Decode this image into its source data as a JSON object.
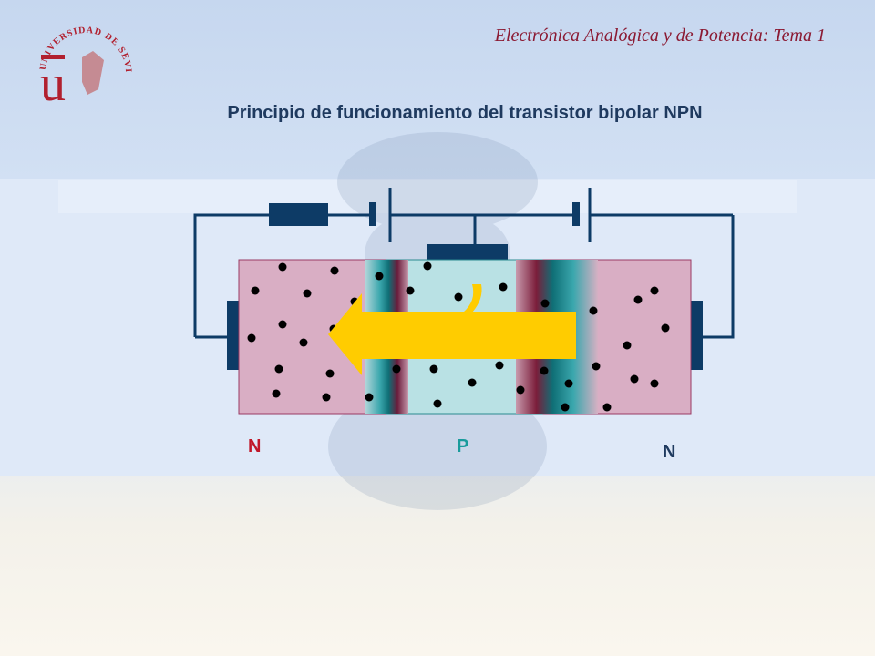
{
  "header": {
    "course_title": "Electrónica Analógica y de Potencia: Tema 1",
    "logo_text": "UNIVERSIDAD DE SEVILLA"
  },
  "slide": {
    "title": "Principio de funcionamiento del transistor bipolar NPN"
  },
  "diagram": {
    "regions": [
      {
        "label": "N",
        "color": "#c0182a"
      },
      {
        "label": "P",
        "color": "#1a9b9c"
      },
      {
        "label": "N",
        "color": "#1f3a5f"
      }
    ],
    "colors": {
      "wire": "#0d3b66",
      "n_region": "#d9aec4",
      "p_region": "#b9e1e4",
      "arrow": "#ffcc00",
      "carrier": "#000000"
    },
    "icons": [
      "resistor-icon",
      "battery-icon",
      "electron-icon",
      "arrow-left-icon"
    ]
  }
}
